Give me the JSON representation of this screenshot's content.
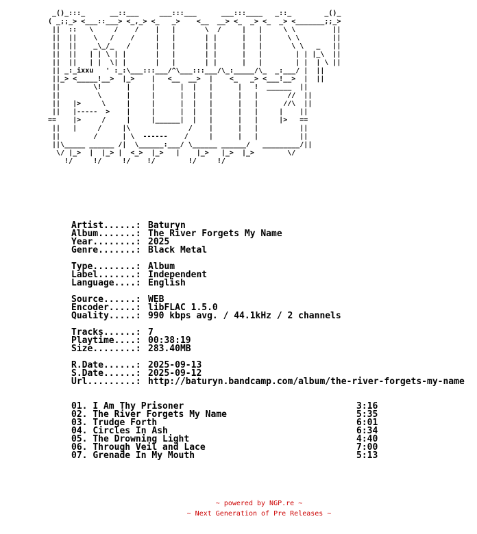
{
  "ascii_art": "  _()_:::_      __::___     ___:::___      ___:::____   _::_        _()_\n ( _;;_> <___::___> <_,_> <_   _>    <__  __> <_  _> <_  _> <_______;;_>\n  ||  ::   \\     /    /    |   |       \\  /     |   |     \\ \\         ||\n  ||  ||    \\   /    /     |   |       | |      |   |      \\ \\        ||\n  ||  ||    _\\_/_   /      |   |       | |      |   |       \\ \\   _   ||\n  ||  ||   | | \\ | |       |   |       | |      |   |        | | |_\\  ||\n  ||  ||   | |  \\| |       |   |       | |      |   |        | |  | \\ ||\n  || _:_ixxu   ' :_:\\___:::___/^\\___:::___/\\_:_____/\\_  _:___/ |  ||\n  ||_> <_____!__>  |_>    |   <__  __>  |    <_   _> <___!__>  |  ||\n  ||        \\!      |     |      |  |   |      |   !  ______  ||\n  ||         \\      |     |      |  |   |      |   |       //  ||\n  ||   |>     \\     |     |      |  |   |      |   |      //\\  ||\n  ||   |-----  >    |     |      |  |   |      |   |     |    ||\n ==    |>     /     |     |______|  |   |      |   |     |>   ==\n  ||   |     /     |\\              /    |      |   |          ||\n  ||        /      | \\  ------    /     |      |   |          ||\n  ||\\_____ ______ /|  \\______:___/ \\______ ______/   _________/||\n   \\/ |_>  |  |_> |  <_>  |_>   |    |_>   |_>  |_>        \\/\n     !/     !/     !/    !/        !/     !/",
  "info": {
    "artist": {
      "key": "Artist......:",
      "val": "Baturyn"
    },
    "album": {
      "key": "Album.......:",
      "val": "The River Forgets My Name"
    },
    "year": {
      "key": "Year........:",
      "val": "2025"
    },
    "genre": {
      "key": "Genre.......:",
      "val": "Black Metal"
    },
    "type": {
      "key": "Type........:",
      "val": "Album"
    },
    "label": {
      "key": "Label.......:",
      "val": "Independent"
    },
    "language": {
      "key": "Language....:",
      "val": "English"
    },
    "source": {
      "key": "Source......:",
      "val": "WEB"
    },
    "encoder": {
      "key": "Encoder.....:",
      "val": "libFLAC 1.5.0"
    },
    "quality": {
      "key": "Quality.....:",
      "val": "990 kbps avg. / 44.1kHz / 2 channels"
    },
    "tracks": {
      "key": "Tracks......:",
      "val": "7"
    },
    "playtime": {
      "key": "Playtime....:",
      "val": "00:38:19"
    },
    "size": {
      "key": "Size........:",
      "val": "283.40MB"
    },
    "rdate": {
      "key": "R.Date......:",
      "val": "2025-09-13"
    },
    "sdate": {
      "key": "S.Date......:",
      "val": "2025-09-12"
    },
    "url": {
      "key": "Url.........:",
      "val": "http://baturyn.bandcamp.com/album/the-river-forgets-my-name"
    }
  },
  "tracklist": [
    {
      "num": "01.",
      "title": "I Am Thy Prisoner",
      "duration": "3:16"
    },
    {
      "num": "02.",
      "title": "The River Forgets My Name",
      "duration": "5:35"
    },
    {
      "num": "03.",
      "title": "Trudge Forth",
      "duration": "6:01"
    },
    {
      "num": "04.",
      "title": "Circles In Ash",
      "duration": "6:34"
    },
    {
      "num": "05.",
      "title": "The Drowning Light",
      "duration": "4:40"
    },
    {
      "num": "06.",
      "title": "Through Veil and Lace",
      "duration": "7:00"
    },
    {
      "num": "07.",
      "title": "Grenade In My Mouth",
      "duration": "5:13"
    }
  ],
  "footer": {
    "line1": "~ powered by NGP.re ~",
    "line2": "~ Next Generation of Pre Releases ~",
    "color": "#cc0000"
  }
}
